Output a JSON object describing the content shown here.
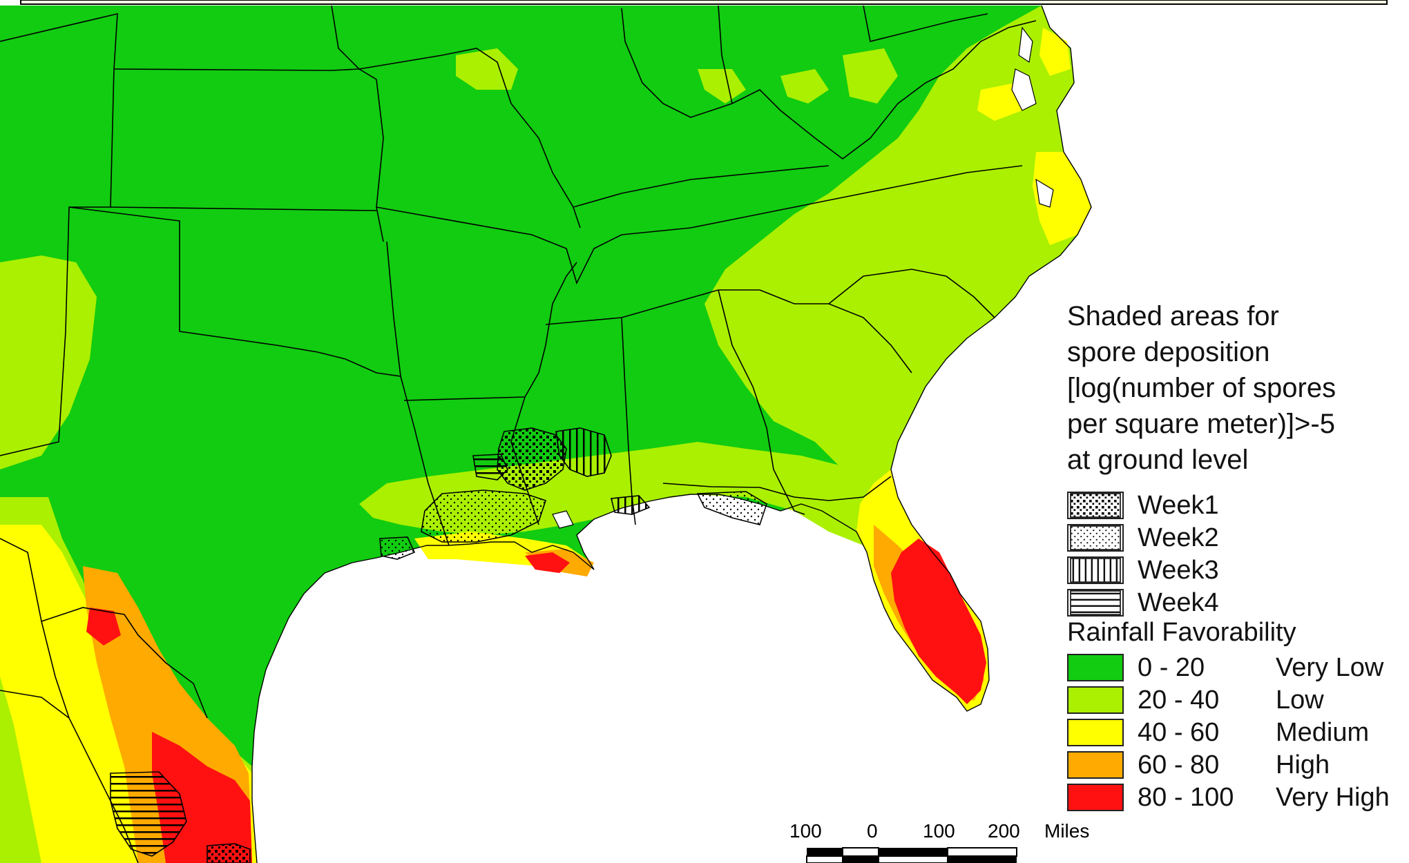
{
  "legend": {
    "title_lines": [
      "Shaded areas for",
      "spore deposition",
      "[log(number of spores",
      "per square meter)]>-5",
      "at ground level"
    ],
    "weeks": [
      {
        "label": "Week1",
        "pattern": "dense-dots"
      },
      {
        "label": "Week2",
        "pattern": "sparse-dots"
      },
      {
        "label": "Week3",
        "pattern": "vertical-lines"
      },
      {
        "label": "Week4",
        "pattern": "horizontal-lines"
      }
    ],
    "rainfall_title": "Rainfall Favorability",
    "classes": [
      {
        "range": "0 - 20",
        "label": "Very Low",
        "color": "#11cc11"
      },
      {
        "range": "20 - 40",
        "label": "Low",
        "color": "#aaf000"
      },
      {
        "range": "40 - 60",
        "label": "Medium",
        "color": "#ffff00"
      },
      {
        "range": "60 - 80",
        "label": "High",
        "color": "#ffaa00"
      },
      {
        "range": "80 - 100",
        "label": "Very High",
        "color": "#ff1111"
      }
    ]
  },
  "scale_bar": {
    "labels": [
      "100",
      "0",
      "100",
      "200"
    ],
    "unit": "Miles"
  },
  "colors": {
    "very_low": "#11cc11",
    "low": "#aaf000",
    "medium": "#ffff00",
    "high": "#ffaa00",
    "very_high": "#ff1111",
    "water": "#ffffff",
    "border": "#000000",
    "header_bar": "#ffffe6"
  }
}
